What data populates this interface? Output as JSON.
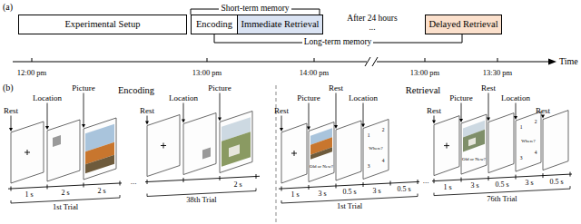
{
  "diagram": {
    "nodes": [
      {
        "text": [
          "Experimental Setup"
        ]
      },
      {
        "text": [
          "Encoding"
        ]
      },
      {
        "text": [
          "Immediate Retrieval"
        ]
      },
      {
        "text": [
          "Delayed Retrieval"
        ]
      }
    ],
    "labels": [
      "(a)",
      "Short-term memory",
      "After 24 hours",
      "...",
      "Long-term memory",
      "12:00 pm",
      "13:00 pm",
      "14:00 pm",
      "13:00 pm",
      "13:30 pm",
      "Time",
      "(b)",
      "Encoding",
      "Retrieval",
      "Rest",
      "Location",
      "Picture",
      "Rest",
      "Location",
      "Picture",
      "1 s",
      "2 s",
      "2 s",
      "...",
      "2 s",
      "1st Trial",
      "38th Trial",
      "Rest",
      "Picture",
      "Rest",
      "Location",
      "Rest",
      "Picture",
      "Rest",
      "Location",
      "Rest",
      "Old or New?",
      "1",
      "2",
      "Where?",
      "3",
      "4",
      "Old or New?",
      "1",
      "2",
      "Where?",
      "3",
      "4",
      "1 s",
      "3 s",
      "0.5 s",
      "3 s",
      "0.5 s",
      "...",
      "1 s",
      "3 s",
      "0.5 s",
      "3 s",
      "0.5 s",
      "1st Trial",
      "76th Trial"
    ]
  }
}
